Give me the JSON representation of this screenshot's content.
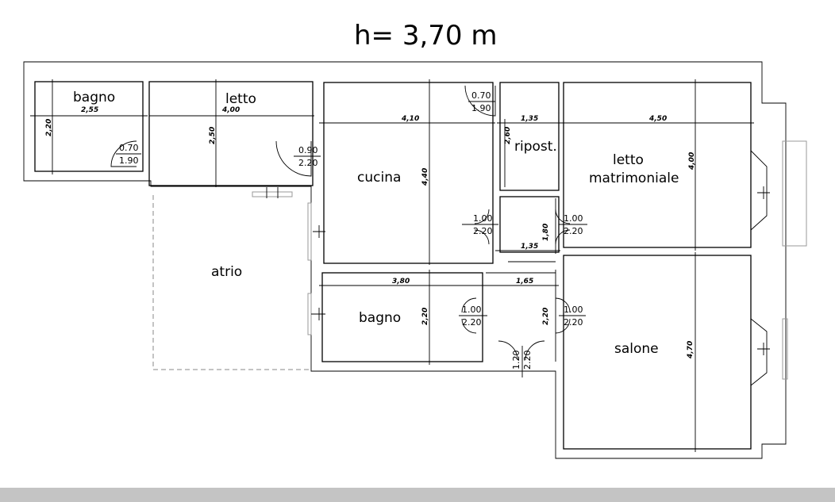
{
  "header": {
    "height_label": "h= 3,70 m"
  },
  "rooms": {
    "bagno_small": "bagno",
    "letto": "letto",
    "cucina": "cucina",
    "ripostiglio": "ripost.",
    "letto_matrimoniale_1": "letto",
    "letto_matrimoniale_2": "matrimoniale",
    "atrio": "atrio",
    "bagno_main": "bagno",
    "salone": "salone"
  },
  "dimensions": {
    "bagno_w": "2,55",
    "bagno_h": "2,20",
    "letto_w": "4,00",
    "letto_h": "2,50",
    "cucina_w": "4,10",
    "cucina_h": "4,40",
    "ripost_w": "1,35",
    "ripost_h": "2,60",
    "matrimoniale_w": "4,50",
    "matrimoniale_h": "4,00",
    "corridor_h": "1,80",
    "corridor_w1": "1,35",
    "corridor_w2": "1,65",
    "bagno_main_w": "3,80",
    "bagno_main_h": "2,20",
    "corridor_h2": "2,20",
    "salone_h": "4,70"
  },
  "doors": {
    "d1_w": "0.70",
    "d1_h": "1.90",
    "d2_w": "0.90",
    "d2_h": "2.20",
    "d3_w": "0.70",
    "d3_h": "1.90",
    "d4_w": "1.00",
    "d4_h": "2.20",
    "d5_w": "1.00",
    "d5_h": "2.20",
    "d6_w": "1.00",
    "d6_h": "2.20",
    "d7_w": "1.00",
    "d7_h": "2.20",
    "entrance_w": "1.20",
    "entrance_h": "2.20"
  }
}
